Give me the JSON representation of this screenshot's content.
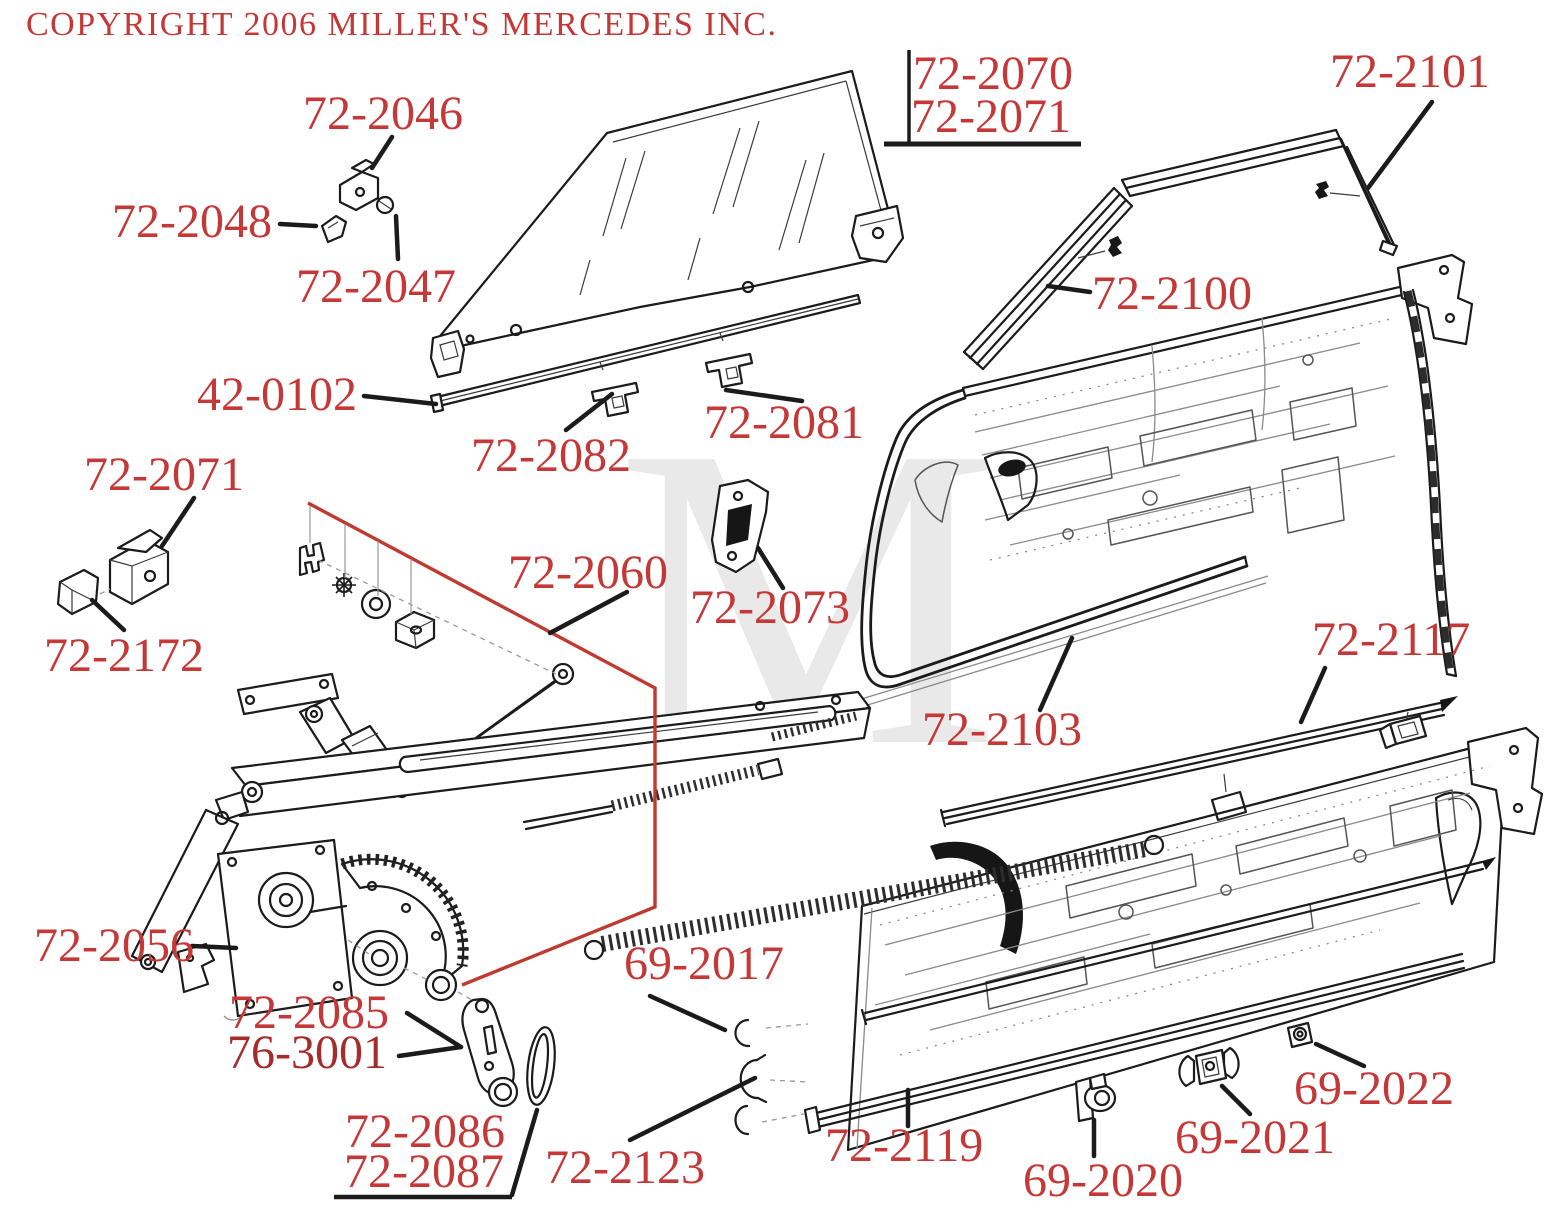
{
  "page": {
    "copyright": "COPYRIGHT 2006 MILLER'S MERCEDES INC.",
    "watermark_letter": "M"
  },
  "colors": {
    "label_red": "#c43838",
    "label_dark_red": "#a62b2b",
    "line_black": "#1b1b1b",
    "group_red": "#c03a30",
    "watermark_gray": "#e9e9e9"
  },
  "labels": [
    {
      "id": "72-2046",
      "text": "72-2046"
    },
    {
      "id": "72-2048",
      "text": "72-2048"
    },
    {
      "id": "72-2047",
      "text": "72-2047"
    },
    {
      "id": "72-2070",
      "text": "72-2070"
    },
    {
      "id": "72-2071-top",
      "text": "72-2071"
    },
    {
      "id": "72-2101",
      "text": "72-2101"
    },
    {
      "id": "72-2100",
      "text": "72-2100"
    },
    {
      "id": "42-0102",
      "text": "42-0102"
    },
    {
      "id": "72-2082",
      "text": "72-2082"
    },
    {
      "id": "72-2081",
      "text": "72-2081"
    },
    {
      "id": "72-2071-left",
      "text": "72-2071"
    },
    {
      "id": "72-2172",
      "text": "72-2172"
    },
    {
      "id": "72-2060",
      "text": "72-2060"
    },
    {
      "id": "72-2073",
      "text": "72-2073"
    },
    {
      "id": "72-2103",
      "text": "72-2103"
    },
    {
      "id": "72-2117",
      "text": "72-2117"
    },
    {
      "id": "72-2056",
      "text": "72-2056"
    },
    {
      "id": "72-2085",
      "text": "72-2085"
    },
    {
      "id": "76-3001",
      "text": "76-3001"
    },
    {
      "id": "72-2086",
      "text": "72-2086"
    },
    {
      "id": "72-2087",
      "text": "72-2087"
    },
    {
      "id": "72-2123",
      "text": "72-2123"
    },
    {
      "id": "69-2017",
      "text": "69-2017"
    },
    {
      "id": "72-2119",
      "text": "72-2119"
    },
    {
      "id": "69-2020",
      "text": "69-2020"
    },
    {
      "id": "69-2021",
      "text": "69-2021"
    },
    {
      "id": "69-2022",
      "text": "69-2022"
    }
  ]
}
